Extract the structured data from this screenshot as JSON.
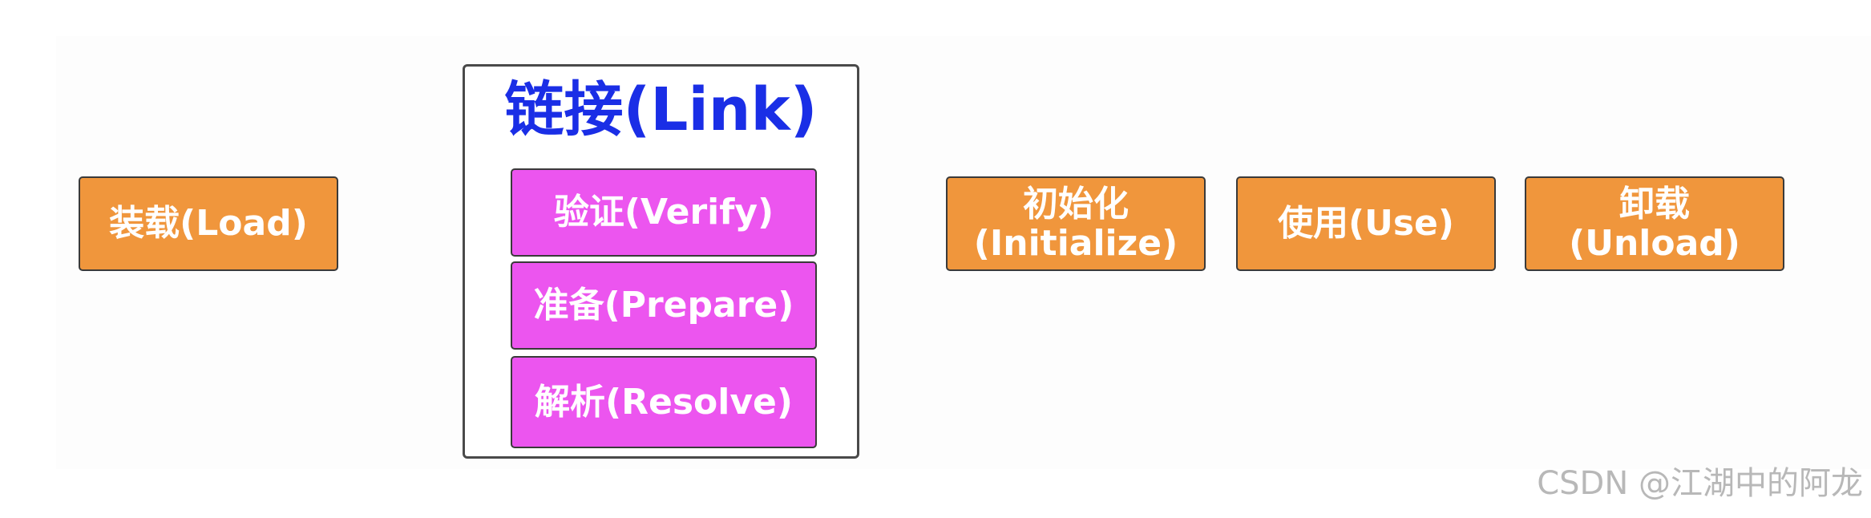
{
  "stages": {
    "load": "装载(Load)",
    "link": {
      "title": "链接(Link)",
      "steps": {
        "verify": "验证(Verify)",
        "prepare": "准备(Prepare)",
        "resolve": "解析(Resolve)"
      }
    },
    "initialize": {
      "line1": "初始化",
      "line2": "(Initialize)"
    },
    "use": "使用(Use)",
    "unload": {
      "line1": "卸载",
      "line2": "(Unload)"
    }
  },
  "colors": {
    "stage_fill": "#f0963c",
    "link_step_fill": "#ec55ef",
    "link_title": "#1a2ee6"
  },
  "watermark": "CSDN @江湖中的阿龙"
}
